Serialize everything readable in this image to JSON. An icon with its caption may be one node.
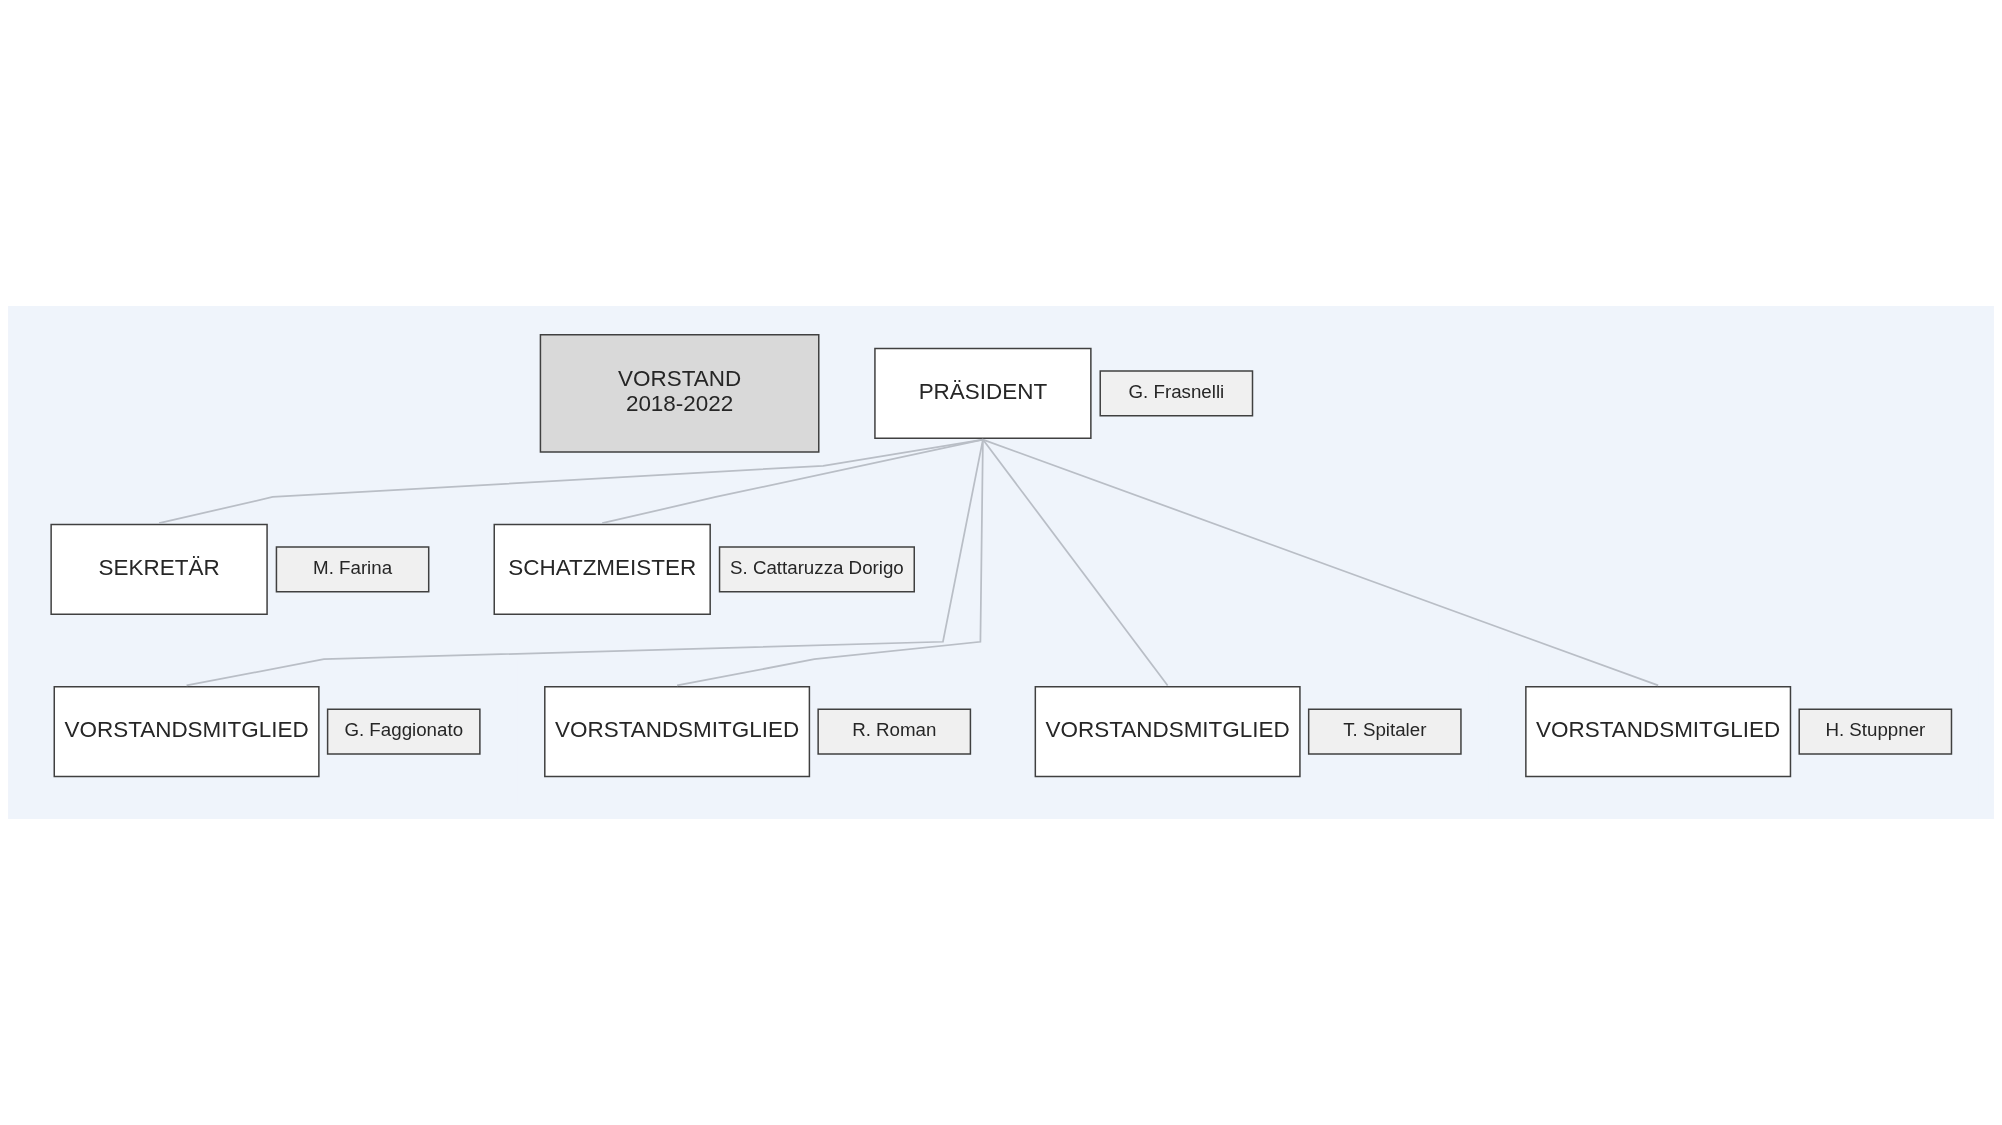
{
  "diagram": {
    "nodes": [
      {
        "text": [
          "VORSTAND",
          "2018-2022"
        ]
      },
      {
        "text": [
          "PRÄSIDENT"
        ]
      },
      {
        "text": [
          "G. Frasnelli"
        ]
      },
      {
        "text": [
          "SEKRETÄR"
        ]
      },
      {
        "text": [
          "M. Farina"
        ]
      },
      {
        "text": [
          "SCHATZMEISTER"
        ]
      },
      {
        "text": [
          "S. Cattaruzza Dorigo"
        ]
      },
      {
        "text": [
          "VORSTANDSMITGLIED"
        ]
      },
      {
        "text": [
          "G. Faggionato"
        ]
      },
      {
        "text": [
          "VORSTANDSMITGLIED"
        ]
      },
      {
        "text": [
          "R. Roman"
        ]
      },
      {
        "text": [
          "VORSTANDSMITGLIED"
        ]
      },
      {
        "text": [
          "T. Spitaler"
        ]
      },
      {
        "text": [
          "VORSTANDSMITGLIED"
        ]
      },
      {
        "text": [
          "H. Stuppner"
        ]
      }
    ],
    "edges": [
      {
        "from": 1,
        "to": 3,
        "arrow": "none"
      },
      {
        "from": 1,
        "to": 5,
        "arrow": "none"
      },
      {
        "from": 1,
        "to": 7,
        "arrow": "none"
      },
      {
        "from": 1,
        "to": 9,
        "arrow": "none"
      },
      {
        "from": 1,
        "to": 11,
        "arrow": "none"
      },
      {
        "from": 1,
        "to": 13,
        "arrow": "none"
      }
    ]
  }
}
